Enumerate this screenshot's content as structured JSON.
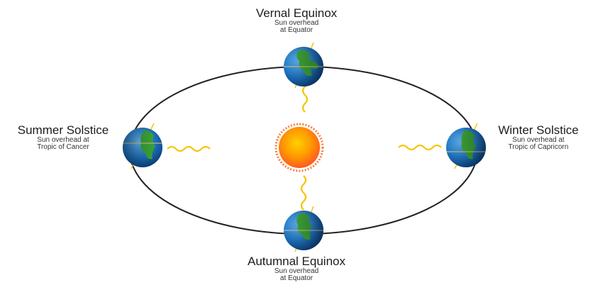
{
  "labels": {
    "vernal": {
      "title": "Vernal Equinox",
      "line1": "Sun overhead",
      "line2": "at Equator"
    },
    "autumnal": {
      "title": "Autumnal Equinox",
      "line1": "Sun overhead",
      "line2": "at Equator"
    },
    "summer": {
      "title": "Summer Solstice",
      "line1": "Sun overhead at",
      "line2": "Tropic of Cancer"
    },
    "winter": {
      "title": "Winter Solstice",
      "line1": "Sun overhead at",
      "line2": "Tropic of Capricorn"
    }
  },
  "colors": {
    "orbit": "#222222",
    "ocean": "#1f78c8",
    "land": "#3fae3a",
    "sun_core": "#ff8c00",
    "sun_edge": "#ff5a1f",
    "ray": "#f5c400"
  },
  "icons": [
    "sun-icon",
    "earth-icon",
    "sun-ray-icon"
  ]
}
